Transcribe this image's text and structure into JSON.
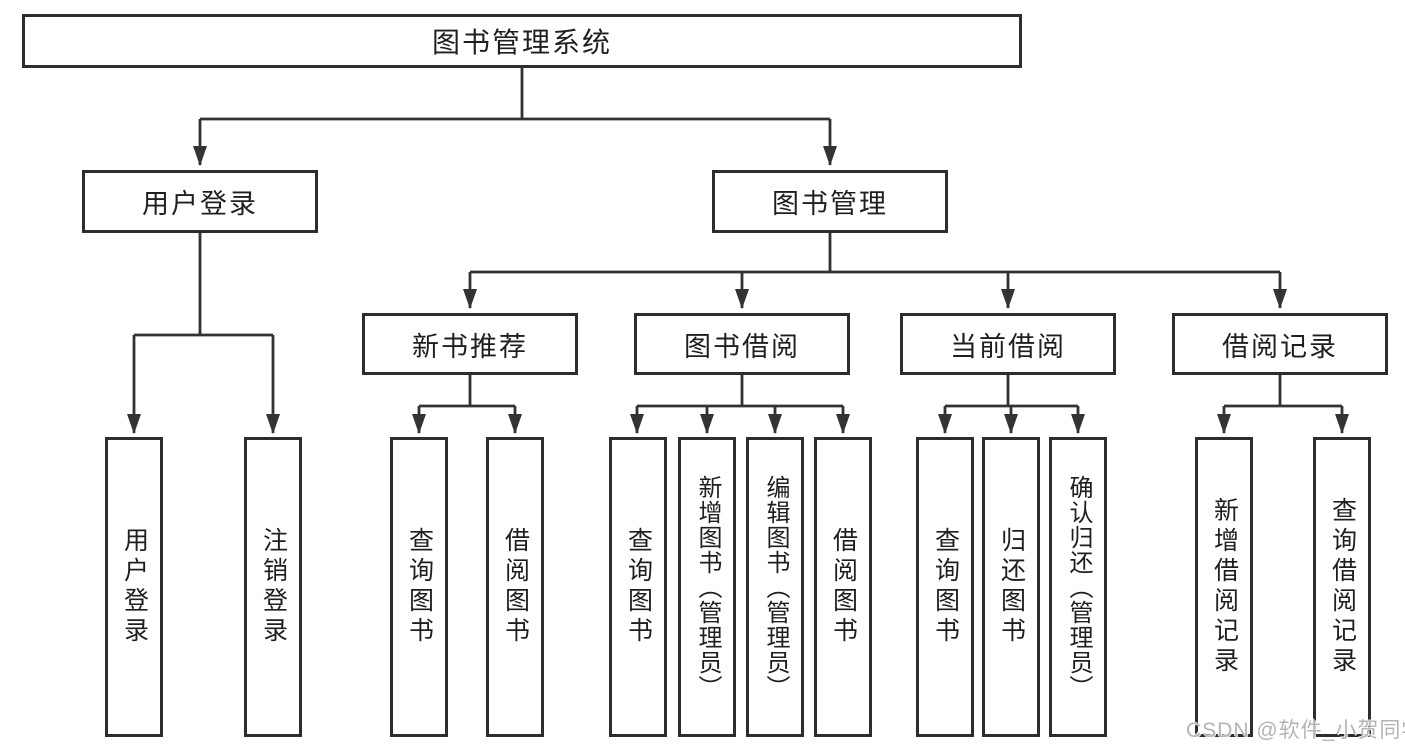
{
  "tree": {
    "root": "图书管理系统",
    "user_login": {
      "label": "用户登录",
      "leaves": [
        "用户登录",
        "注销登录"
      ]
    },
    "book_mgmt": {
      "label": "图书管理",
      "groups": [
        {
          "label": "新书推荐",
          "leaves": [
            "查询图书",
            "借阅图书"
          ]
        },
        {
          "label": "图书借阅",
          "leaves": [
            "查询图书",
            "新增图书（管理员）",
            "编辑图书（管理员）",
            "借阅图书"
          ]
        },
        {
          "label": "当前借阅",
          "leaves": [
            "查询图书",
            "归还图书",
            "确认归还（管理员）"
          ]
        },
        {
          "label": "借阅记录",
          "leaves": [
            "新增借阅记录",
            "查询借阅记录"
          ]
        }
      ]
    }
  },
  "watermark": "CSDN @软件_小贺同学",
  "colors": {
    "line": "#333333",
    "text": "#1f1f1f",
    "watermark": "#b2b5b7",
    "background": "#ffffff"
  }
}
